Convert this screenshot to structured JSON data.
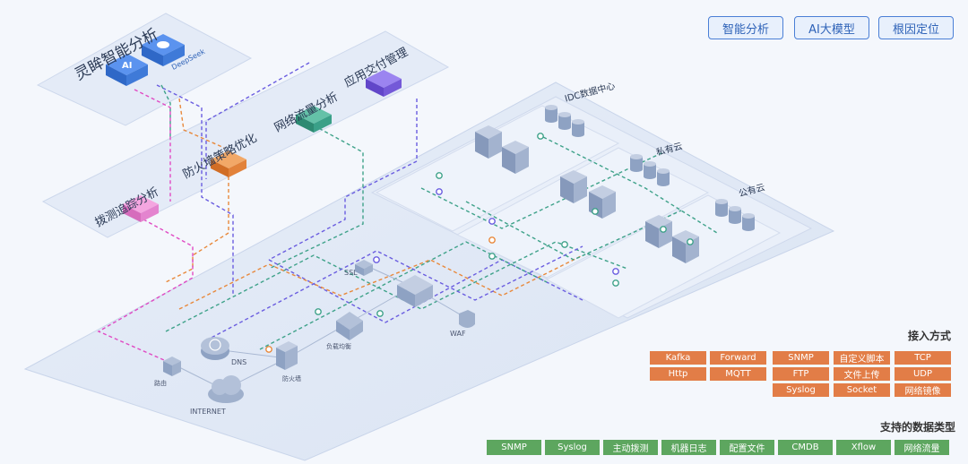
{
  "buttons": [
    "智能分析",
    "AI大模型",
    "根因定位"
  ],
  "platform_labels": {
    "lingmou": "灵眸智能分析",
    "app_delivery": "应用交付管理",
    "traffic": "网络流量分析",
    "firewall": "防火墙策略优化",
    "probe": "拨测追踪分析"
  },
  "ai_badges": {
    "ai": "AI",
    "deepseek": "DeepSeek"
  },
  "zones": {
    "idc": "IDC数据中心",
    "private": "私有云",
    "public": "公有云"
  },
  "network": {
    "ssl": "SSL",
    "dns": "DNS",
    "waf": "WAF",
    "internet": "INTERNET",
    "router": "路由",
    "firewall": "防火墙",
    "lb": "负载均衡"
  },
  "access": {
    "title": "接入方式",
    "items": [
      "Kafka",
      "Forward",
      "SNMP",
      "自定义脚本",
      "TCP",
      "Http",
      "MQTT",
      "FTP",
      "文件上传",
      "UDP",
      "Syslog",
      "Socket",
      "网络镜像"
    ]
  },
  "datatypes": {
    "title": "支持的数据类型",
    "items": [
      "SNMP",
      "Syslog",
      "主动拨测",
      "机器日志",
      "配置文件",
      "CMDB",
      "Xflow",
      "网络流量"
    ]
  },
  "colors": {
    "accent": "#4a7fd6",
    "orange_tag": "#e27d47",
    "green_tag": "#5da65f",
    "ai_blue": "#3d7be0",
    "app_purple": "#7b5ce0",
    "traffic_teal": "#3fa28a",
    "fw_orange": "#e8893c",
    "probe_pink": "#e77dc4"
  }
}
